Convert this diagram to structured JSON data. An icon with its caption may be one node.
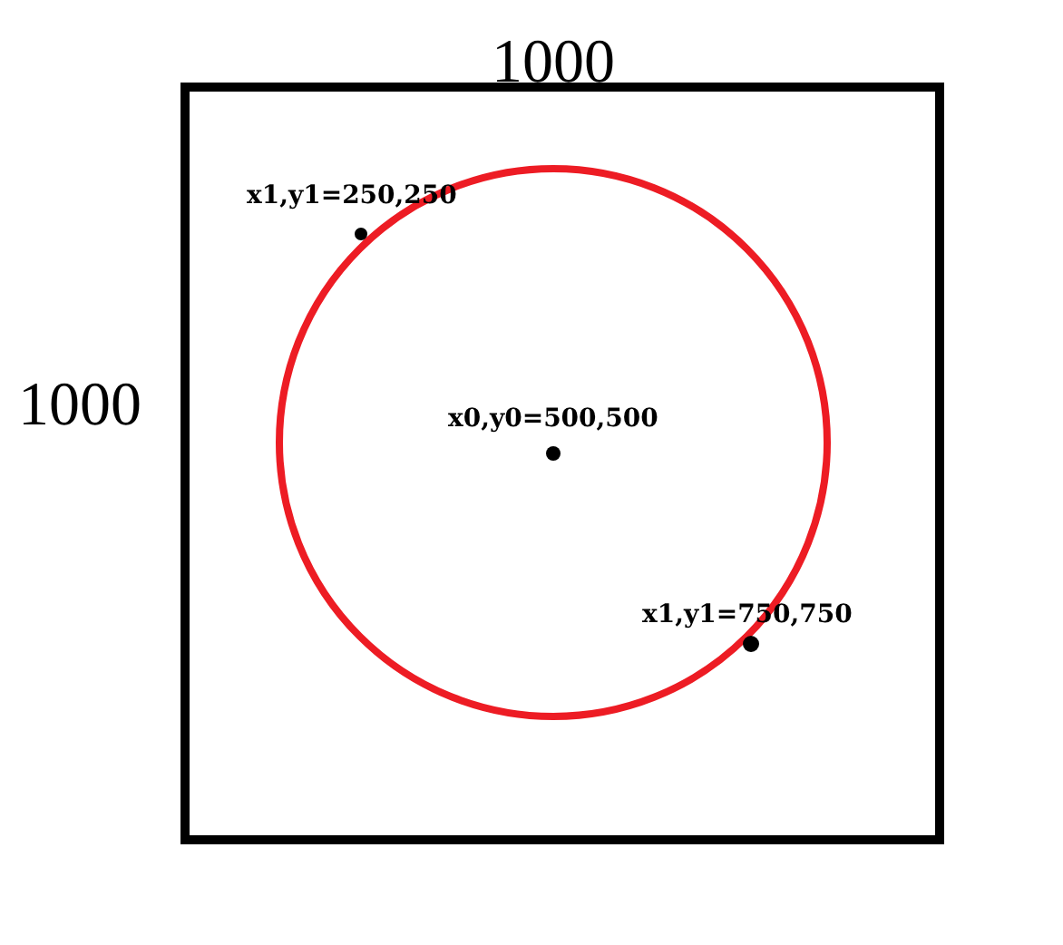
{
  "diagram": {
    "labels": [
      "1000",
      "1000",
      "x1,y1=250,250",
      "x0,y0=500,500",
      "x1,y1=750,750"
    ]
  }
}
